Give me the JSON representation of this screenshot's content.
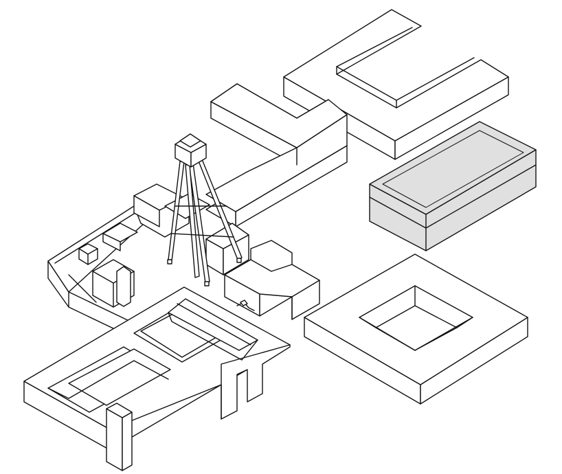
{
  "drawing": {
    "style": "isometric line drawing",
    "line_color": "#111111",
    "background": "#ffffff",
    "highlight_fill": "#e0e0e0",
    "components": [
      {
        "name": "u-shaped-volume"
      },
      {
        "name": "l-shaped-volume"
      },
      {
        "name": "stacked-rectangular-volume",
        "highlighted": true
      },
      {
        "name": "square-ring-courtyard-volume"
      },
      {
        "name": "headframe-tower"
      },
      {
        "name": "existing-factory-complex"
      },
      {
        "name": "sawtooth-roof-building"
      }
    ]
  }
}
